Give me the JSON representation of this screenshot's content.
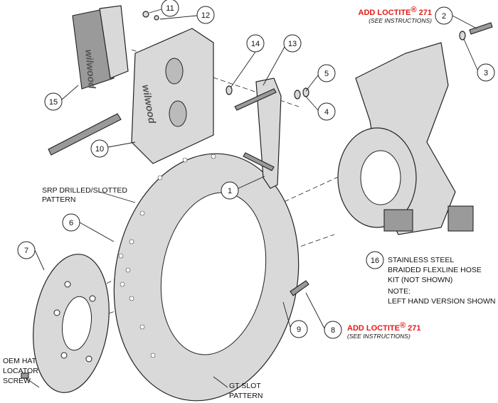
{
  "callouts": [
    "1",
    "2",
    "3",
    "4",
    "5",
    "6",
    "7",
    "8",
    "9",
    "10",
    "11",
    "12",
    "13",
    "14",
    "15",
    "16"
  ],
  "loctite_top": {
    "text": "ADD LOCTITE",
    "reg": "®",
    "number": "271",
    "note": "(SEE INSTRUCTIONS)"
  },
  "loctite_bottom": {
    "text": "ADD LOCTITE",
    "reg": "®",
    "number": "271",
    "note": "(SEE INSTRUCTIONS)"
  },
  "rotor_label": [
    "SRP DRILLED/SLOTTED",
    "PATTERN"
  ],
  "hose_kit_label": [
    "STAINLESS STEEL",
    "BRAIDED FLEXLINE HOSE",
    "KIT (NOT SHOWN)"
  ],
  "note_label": [
    "NOTE:",
    "LEFT HAND VERSION SHOWN"
  ],
  "hat_screw_label": [
    "OEM HAT",
    "LOCATOR",
    "SCREW"
  ],
  "gt_slot_label": [
    "GT SLOT",
    "PATTERN"
  ],
  "logo": "wilwood",
  "colors": {
    "callout_red": "#e41b17",
    "part_fill": "#d9d9d9"
  }
}
